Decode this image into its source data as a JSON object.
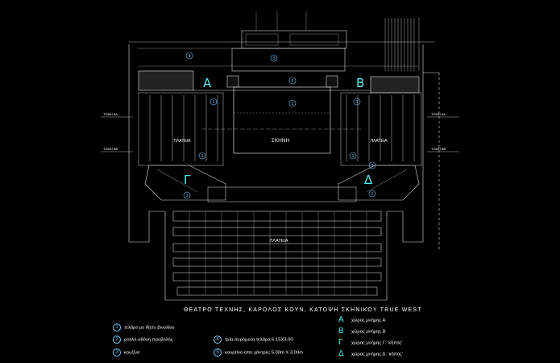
{
  "plan": {
    "caption": "ΘΕΑΤΡΟ ΤΕΧΝΗΣ, ΚΑΡΟΛΟΣ ΚΟΥΝ, ΚΑΤΟΨΗ ΣΚΗΝΙΚΟΥ TRUE WEST",
    "stage_label": "ΣΚΗΝΗ",
    "stalls_label": "ΠΛΑΤΕΙΑ",
    "section_aa": "ΤΟΜΗ ΑΑ",
    "section_bb": "ΤΟΜΗ ΒΒ",
    "zone_letters": [
      "Α",
      "Β",
      "Γ",
      "Δ"
    ]
  },
  "legend_left": [
    {
      "num": "1",
      "text": "τελάρο με δίχτυ βινυλίου"
    },
    {
      "num": "2",
      "text": "ρολλό-οθόνη προβολής"
    },
    {
      "num": "3",
      "text": "κουζίνα"
    }
  ],
  "legend_mid": [
    {
      "num": "4",
      "text": "τρία συρόμενα τελάρα 6.15Χ3.00"
    },
    {
      "num": "5",
      "text": "κουρτίνα απο χάντρες 5.00m Χ 3.00m"
    }
  ],
  "legend_right": [
    {
      "letter": "Α",
      "text": "χώρος μνήμης Α"
    },
    {
      "letter": "Β",
      "text": "χώρος μνήμης Β"
    },
    {
      "letter": "Γ",
      "text": "χώρος μνήμης Γ: 'κήπος'"
    },
    {
      "letter": "Δ",
      "text": "χώρος μνήμης Δ: 'κήπος'"
    }
  ],
  "colors": {
    "background": "#000000",
    "lines": "#ffffff",
    "letters": "#4ff0ec",
    "markers": "#77ccff"
  }
}
